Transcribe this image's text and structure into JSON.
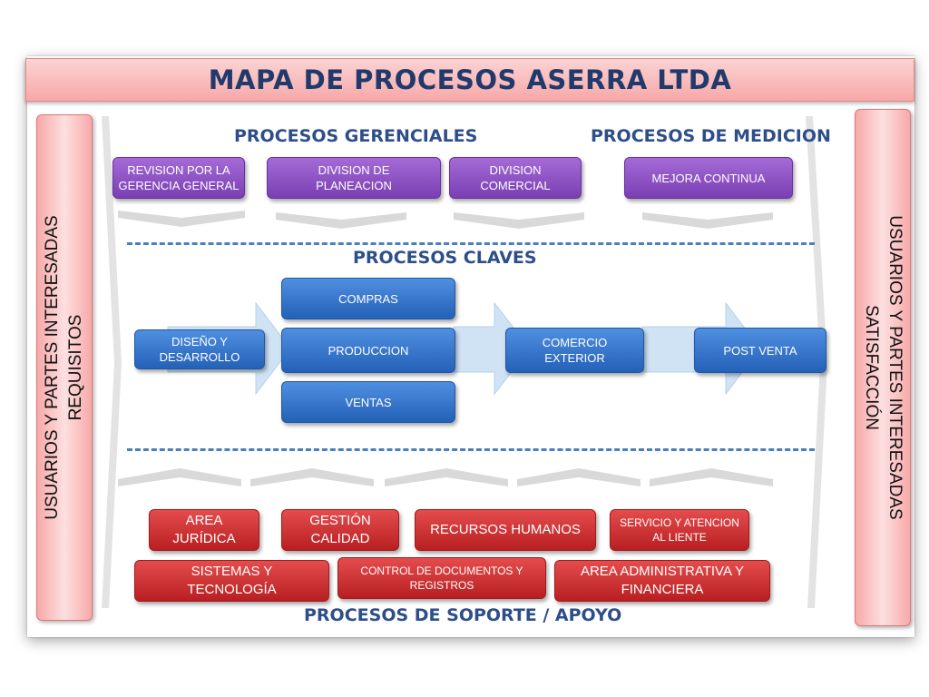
{
  "title": "MAPA DE PROCESOS  ASERRA LTDA",
  "left_panel": {
    "line1": "USUARIOS Y PARTES INTERESADAS",
    "line2": "REQUISITOS"
  },
  "right_panel": {
    "line1": "USUARIOS Y PARTES INTERESADAS",
    "line2": "SATISFACCIÓN"
  },
  "sections": {
    "gerenciales": "PROCESOS GERENCIALES",
    "medicion": "PROCESOS DE MEDICION",
    "claves": "PROCESOS CLAVES",
    "soporte": "PROCESOS DE SOPORTE / APOYO"
  },
  "gerenciales": {
    "revision": "REVISION POR LA GERENCIA GENERAL",
    "planeacion": "DIVISION DE PLANEACION",
    "comercial": "DIVISION COMERCIAL"
  },
  "medicion": {
    "mejora": "MEJORA CONTINUA"
  },
  "claves": {
    "diseno": "DISEÑO Y DESARROLLO",
    "compras": "COMPRAS",
    "produccion": "PRODUCCION",
    "ventas": "VENTAS",
    "comercio": "COMERCIO EXTERIOR",
    "postventa": "POST VENTA"
  },
  "soporte": {
    "juridica": "AREA JURÍDICA",
    "calidad": "GESTIÓN CALIDAD",
    "rrhh": "RECURSOS HUMANOS",
    "servicio": "SERVICIO Y ATENCION AL LIENTE",
    "sistemas": "SISTEMAS Y TECNOLOGÍA",
    "documentos": "CONTROL DE DOCUMENTOS Y REGISTROS",
    "administrativa": "AREA ADMINISTRATIVA Y FINANCIERA"
  },
  "colors": {
    "title_bg": "#f7a8a8",
    "title_text": "#1f3a6b",
    "section_text": "#2d4e8a",
    "gerencial_box": "#7a3fb3",
    "clave_box": "#2461b8",
    "soporte_box": "#b91f22",
    "flow_arrow": "#cfe3f5",
    "dash": "#4a7fc0"
  }
}
